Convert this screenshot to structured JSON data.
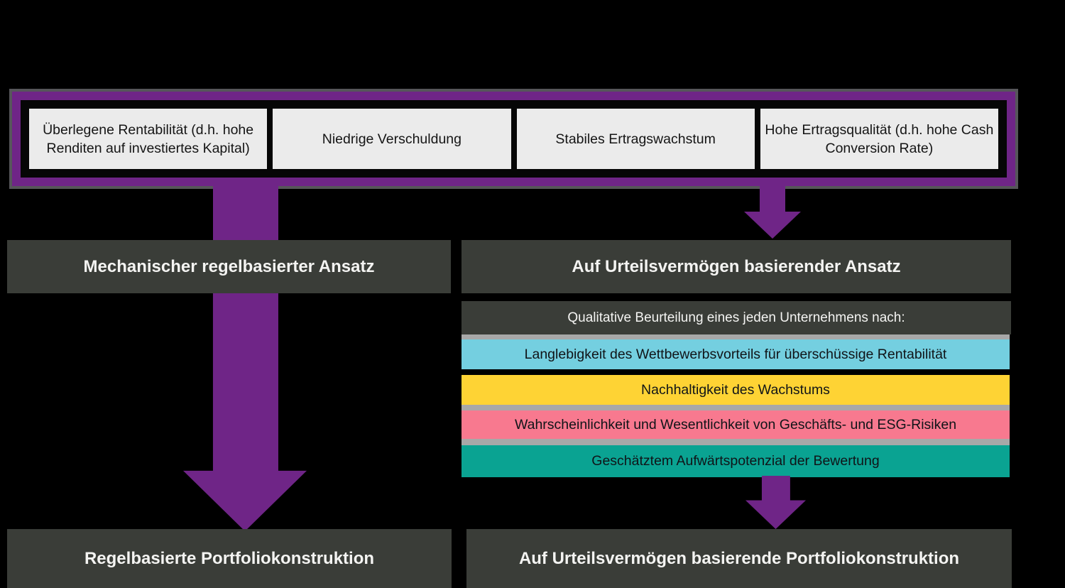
{
  "diagram": {
    "background": "#000000",
    "top_criteria": {
      "border_color": "#6f2587",
      "box_fill": "#ebebeb",
      "items": [
        {
          "label": "Überlegene Rentabilität (d.h. hohe Renditen auf investiertes Kapital)"
        },
        {
          "label": "Niedrige Verschuldung"
        },
        {
          "label": "Stabiles Ertragswachstum"
        },
        {
          "label": "Hohe Ertragsqualität (d.h. hohe Cash Conversion Rate)"
        }
      ]
    },
    "left_flow": {
      "approach": "Mechanischer regelbasierter Ansatz",
      "result": "Regelbasierte Portfoliokonstruktion"
    },
    "right_flow": {
      "approach": "Auf Urteilsvermögen basierender Ansatz",
      "assessment_header": "Qualitative Beurteilung eines jeden Unternehmens nach:",
      "criteria": [
        {
          "label": "Langlebigkeit des Wettbewerbsvorteils für überschüssige Rentabilität",
          "color": "#74cfe0"
        },
        {
          "label": "Nachhaltigkeit des Wachstums",
          "color": "#fed334"
        },
        {
          "label": "Wahrscheinlichkeit und Wesentlichkeit von Geschäfts- und ESG-Risiken",
          "color": "#f8798f"
        },
        {
          "label": "Geschätztem Aufwärtspotenzial der Bewertung",
          "color": "#0aa392"
        }
      ],
      "result": "Auf Urteilsvermögen basierende Portfoliokonstruktion"
    },
    "colors": {
      "arrow_purple": "#6f2587",
      "dark_box": "#3a3d38",
      "separator_gray": "#a8a8a8",
      "outline_gray": "#56565a",
      "white_text": "#f4f4f2"
    }
  }
}
